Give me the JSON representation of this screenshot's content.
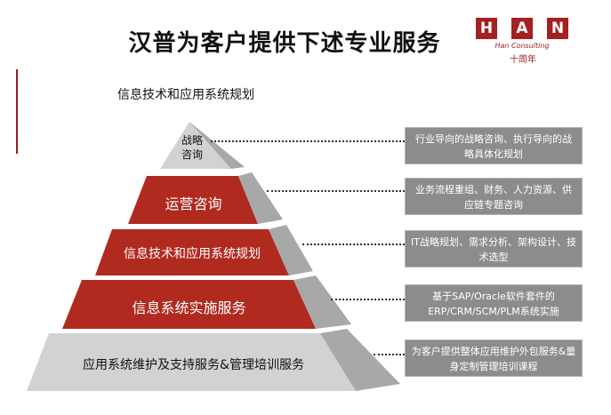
{
  "header": {
    "title": "汉普为客户提供下述专业服务",
    "subtitle": "信息技术和应用系统规划"
  },
  "logo": {
    "letters": [
      "H",
      "A",
      "N"
    ],
    "tagline": "Han Consulting",
    "motto": "十周年"
  },
  "pyramid": {
    "tiers": [
      {
        "label_line1": "战略",
        "label_line2": "咨询",
        "description": "行业导向的战略咨询、执行导向的战略具体化规划"
      },
      {
        "label": "运营咨询",
        "description": "业务流程重组、财务、人力资源、供应链专题咨询"
      },
      {
        "label": "信息技术和应用系统规划",
        "description": "IT战略规划、需求分析、架构设计、技术选型"
      },
      {
        "label": "信息系统实施服务",
        "description": "基于SAP/Oracle软件套件的ERP/CRM/SCM/PLM系统实施"
      },
      {
        "label": "应用系统维护及支持服务&管理培训服务",
        "description": "为客户提供整体应用维护外包服务&量身定制管理培训课程"
      }
    ]
  },
  "colors": {
    "tier_red": "#b02a1f",
    "tier_gray": "#d2d2d2",
    "side_gray": "#a8a8a8",
    "desc_box": "#8c8c8c",
    "accent": "#9b1c1c"
  }
}
